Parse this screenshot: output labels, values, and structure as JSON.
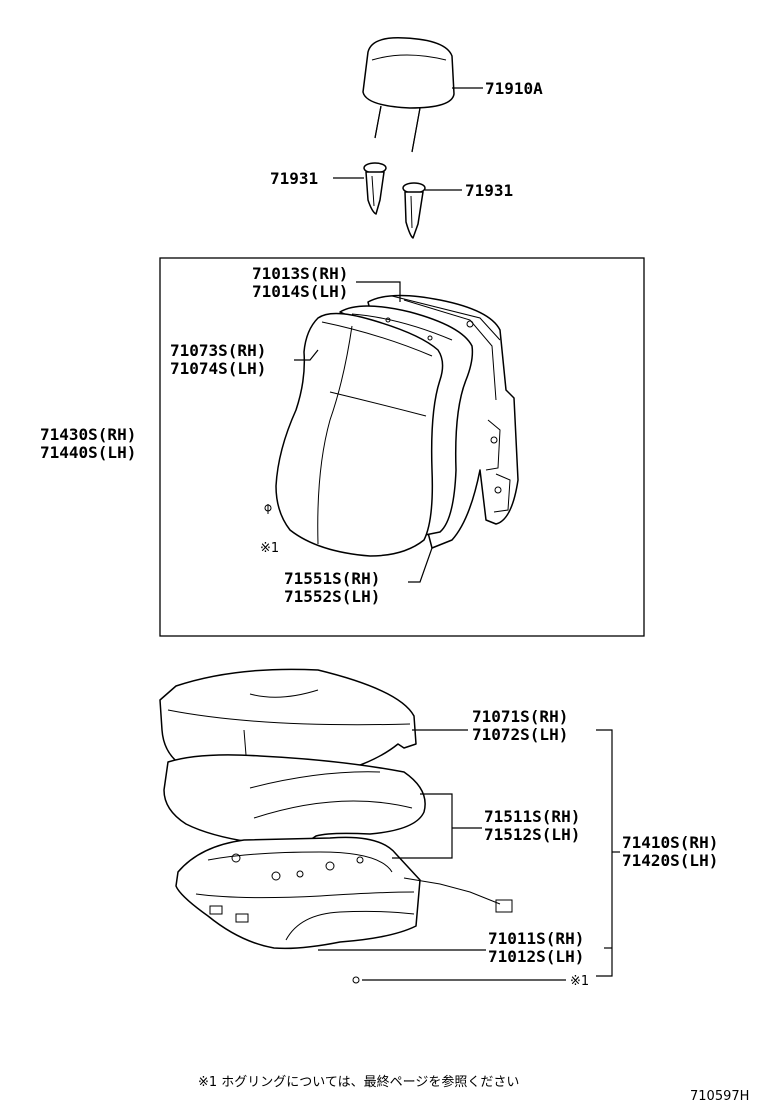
{
  "labels": {
    "headrest": "71910A",
    "support_left": "71931",
    "support_right": "71931",
    "back_cover_rh": "71013S(RH)",
    "back_cover_lh": "71014S(LH)",
    "back_pad_rh": "71073S(RH)",
    "back_pad_lh": "71074S(LH)",
    "back_assy_rh": "71430S(RH)",
    "back_assy_lh": "71440S(LH)",
    "back_ring_note": "※1",
    "back_frame_rh": "71551S(RH)",
    "back_frame_lh": "71552S(LH)",
    "cushion_cover_rh": "71071S(RH)",
    "cushion_cover_lh": "71072S(LH)",
    "cushion_pad_rh": "71511S(RH)",
    "cushion_pad_lh": "71512S(LH)",
    "cushion_assy_rh": "71410S(RH)",
    "cushion_assy_lh": "71420S(LH)",
    "cushion_frame_rh": "71011S(RH)",
    "cushion_frame_lh": "71012S(LH)",
    "cushion_ring_note": "※1"
  },
  "footnote": "※1  ホグリングについては、最終ページを参照ください",
  "drawing_code": "710597H"
}
